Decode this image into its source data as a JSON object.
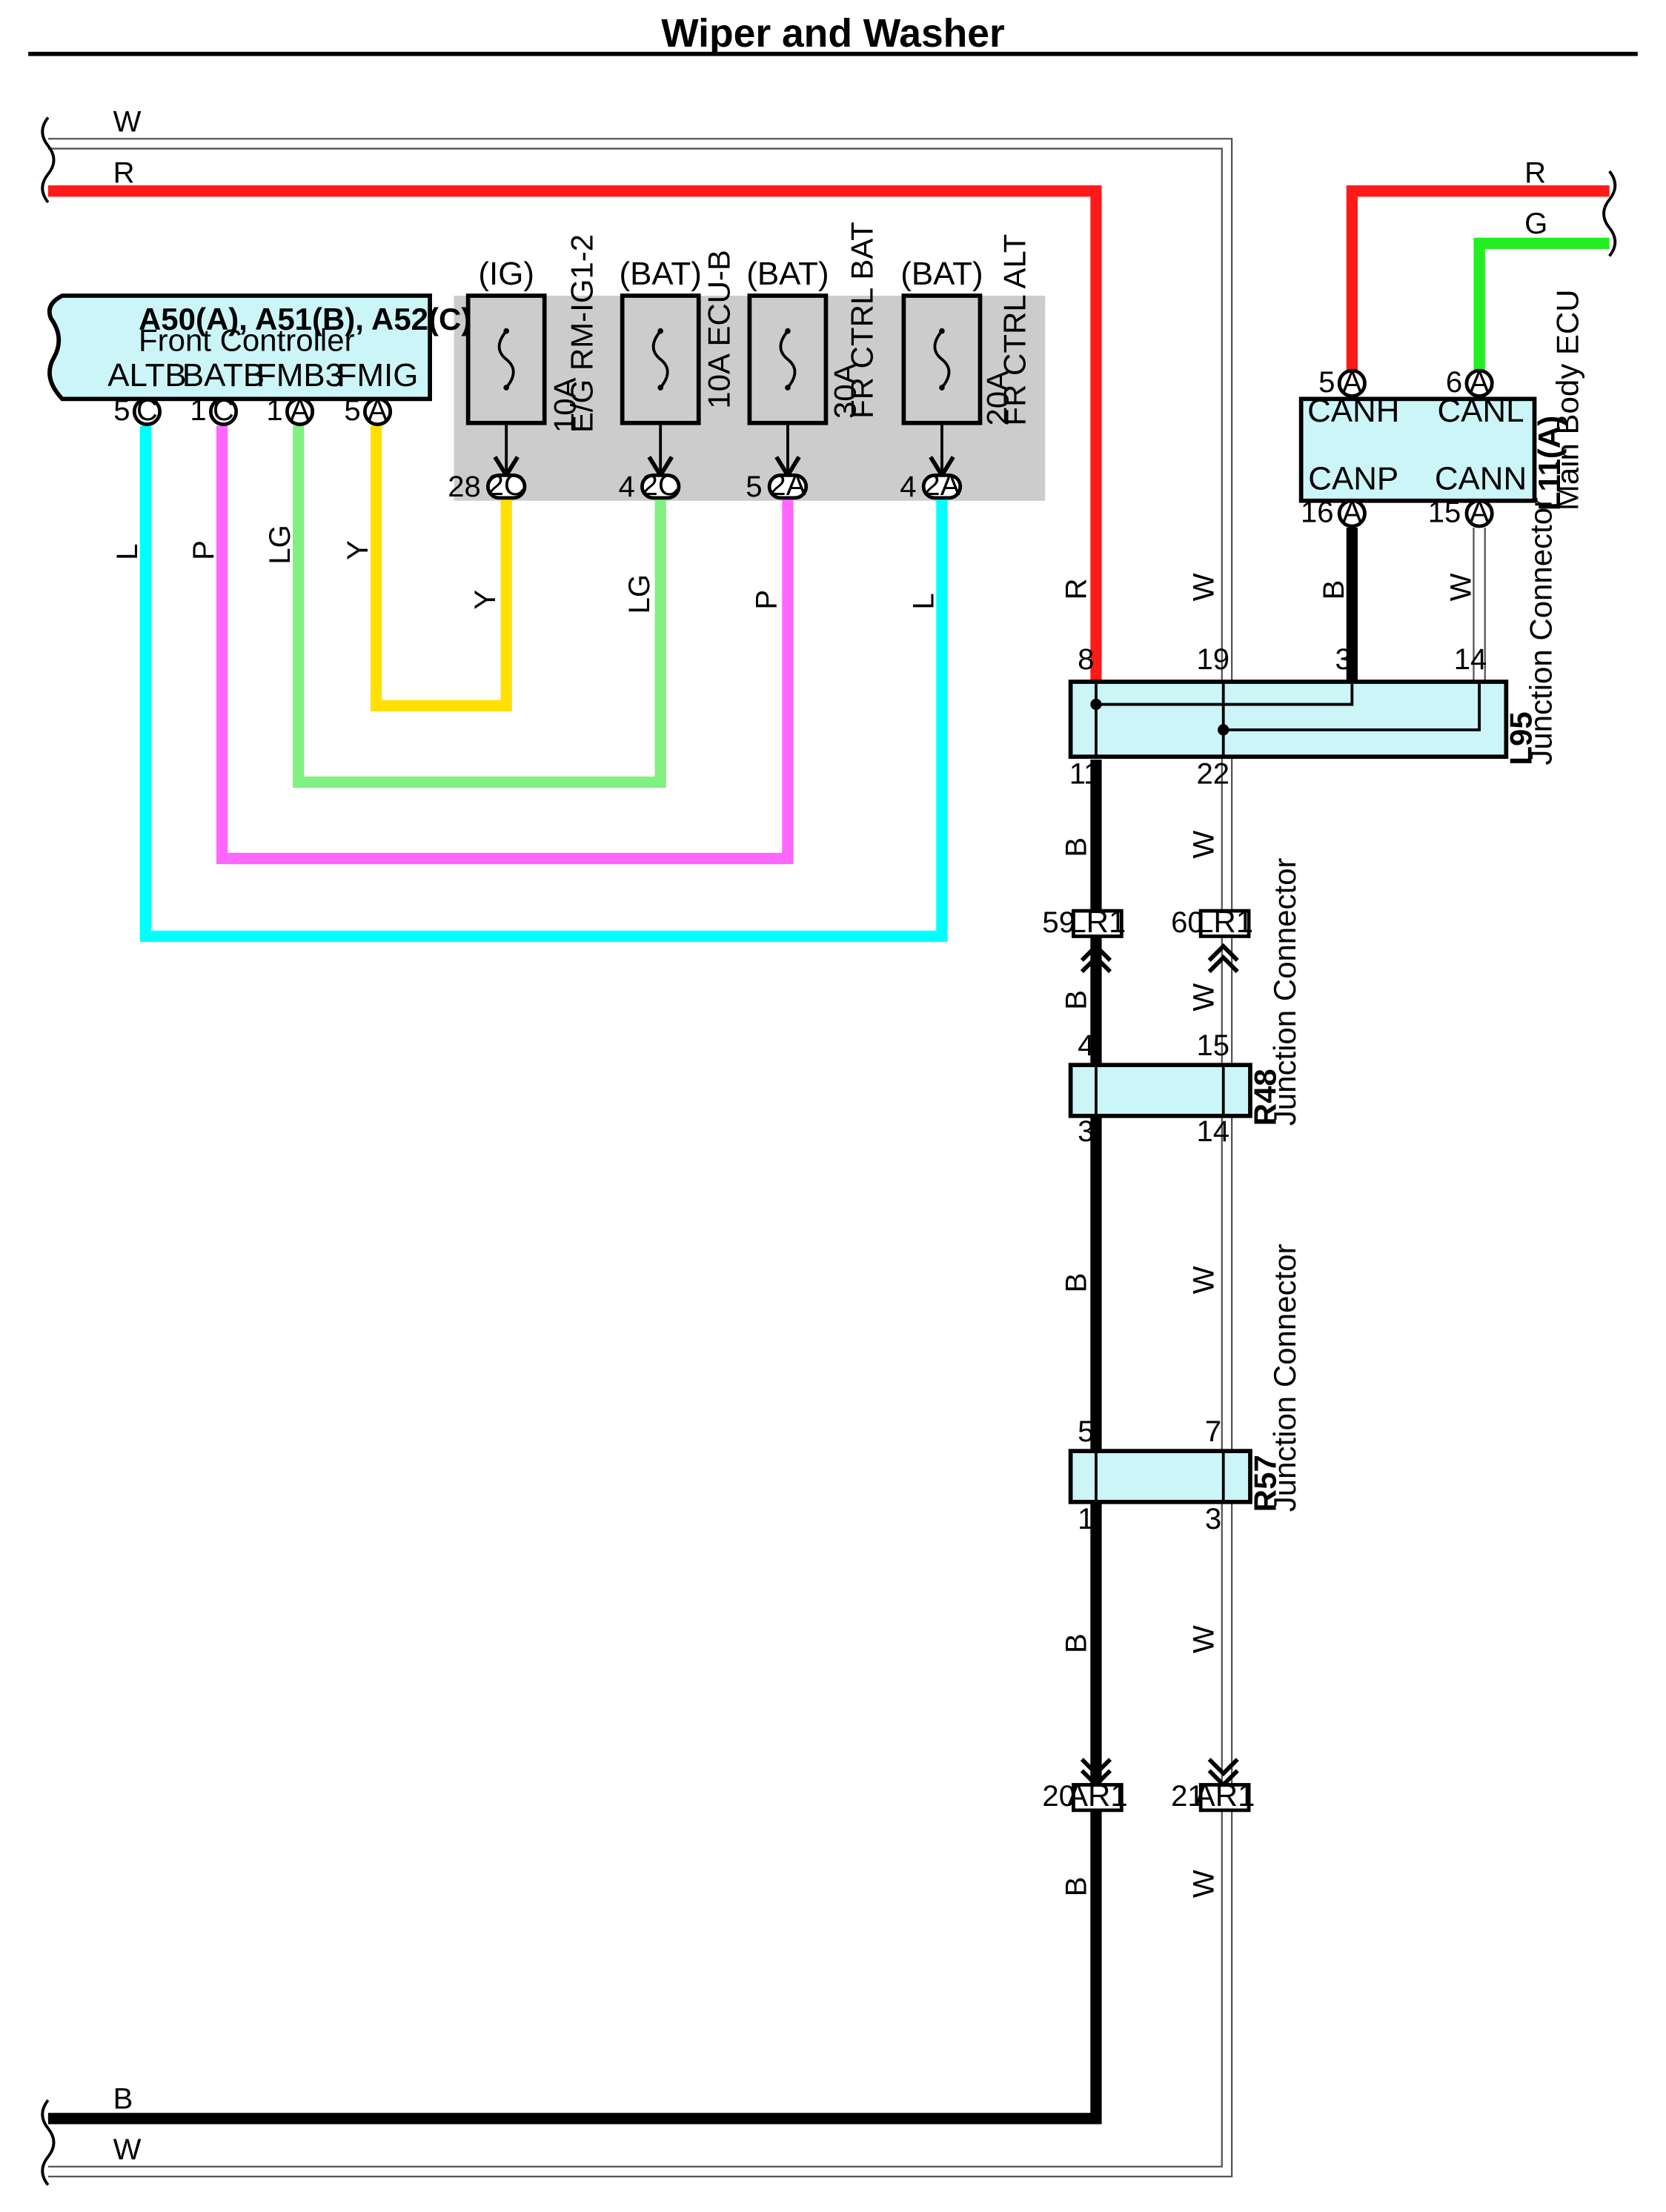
{
  "title": "Wiper and Washer",
  "colors": {
    "R": "#ff1a1a",
    "G": "#22ee22",
    "LG": "#80f080",
    "Y": "#ffe000",
    "P": "#ff66ff",
    "L": "#00ffff",
    "B": "#000000",
    "W": "#ffffff",
    "component_fill": "#ccf5f7",
    "fuse_block_fill": "#cccccc"
  },
  "front_controller": {
    "name": "A50(A), A51(B), A52(C)",
    "label": "Front Controller",
    "terminals": [
      {
        "name": "ALTB",
        "pin": "5",
        "conn": "C"
      },
      {
        "name": "BATB",
        "pin": "1",
        "conn": "C"
      },
      {
        "name": "FMB3",
        "pin": "1",
        "conn": "A"
      },
      {
        "name": "FMIG",
        "pin": "5",
        "conn": "A"
      }
    ]
  },
  "fuses": [
    {
      "supply": "(IG)",
      "rating": "10A",
      "name": "E/G RM-IG1-2",
      "pin": "28",
      "conn": "2C"
    },
    {
      "supply": "(BAT)",
      "rating": "10A ECU-B",
      "name": "",
      "pin": "4",
      "conn": "2C"
    },
    {
      "supply": "(BAT)",
      "rating": "30A",
      "name": "FR CTRL BAT",
      "pin": "5",
      "conn": "2A"
    },
    {
      "supply": "(BAT)",
      "rating": "20A",
      "name": "FR CTRL ALT",
      "pin": "4",
      "conn": "2A"
    }
  ],
  "main_body_ecu": {
    "name": "L11(A)",
    "label": "Main Body ECU",
    "terminals": [
      {
        "name": "CANH",
        "pin": "5",
        "conn": "A"
      },
      {
        "name": "CANL",
        "pin": "6",
        "conn": "A"
      },
      {
        "name": "CANP",
        "pin": "16",
        "conn": "A"
      },
      {
        "name": "CANN",
        "pin": "15",
        "conn": "A"
      }
    ]
  },
  "junction_connectors": [
    {
      "name": "L95",
      "label": "Junction Connector",
      "top_pins": [
        "8",
        "19",
        "3",
        "14"
      ],
      "bottom_pins": [
        "11",
        "22"
      ]
    },
    {
      "name": "R48",
      "label": "Junction Connector",
      "top_pins": [
        "4",
        "15"
      ],
      "bottom_pins": [
        "3",
        "14"
      ]
    },
    {
      "name": "R57",
      "label": "Junction Connector",
      "top_pins": [
        "5",
        "7"
      ],
      "bottom_pins": [
        "1",
        "3"
      ]
    }
  ],
  "inline_connectors": [
    {
      "name": "LR1",
      "pins": [
        "59",
        "60"
      ]
    },
    {
      "name": "AR1",
      "pins": [
        "20",
        "21"
      ]
    }
  ],
  "wire_labels": {
    "top_w": "W",
    "top_r": "R",
    "right_r": "R",
    "right_g": "G",
    "bottom_b": "B",
    "bottom_w": "W",
    "l": "L",
    "p": "P",
    "lg": "LG",
    "y": "Y",
    "b": "B",
    "w": "W"
  }
}
